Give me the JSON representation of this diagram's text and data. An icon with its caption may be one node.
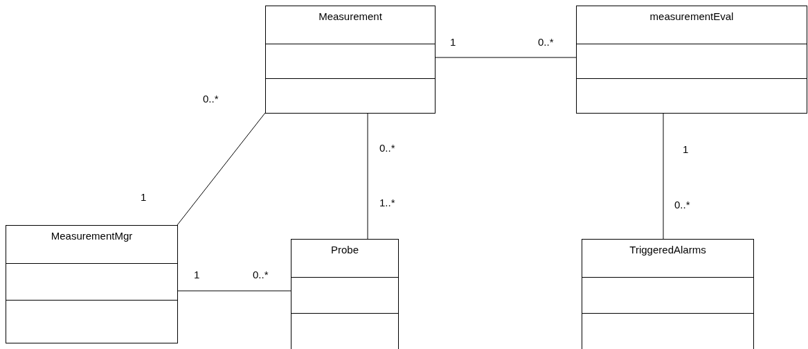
{
  "diagram": {
    "nodes": [
      {
        "text": [
          "Measurement"
        ]
      },
      {
        "text": [
          "measurementEval"
        ]
      },
      {
        "text": [
          "MeasurementMgr"
        ]
      },
      {
        "text": [
          "Probe"
        ]
      },
      {
        "text": [
          "TriggeredAlarms"
        ]
      }
    ],
    "edges": [
      {
        "from": 0,
        "to": 1,
        "arrow": "none"
      },
      {
        "from": 0,
        "to": 2,
        "arrow": "none"
      },
      {
        "from": 0,
        "to": 3,
        "arrow": "none"
      },
      {
        "from": 1,
        "to": 4,
        "arrow": "none"
      },
      {
        "from": 2,
        "to": 3,
        "arrow": "none"
      }
    ],
    "labels": [
      "1",
      "0..*",
      "0..*",
      "0..*",
      "1",
      "1",
      "1..*",
      "0..*",
      "1",
      "0..*"
    ]
  }
}
